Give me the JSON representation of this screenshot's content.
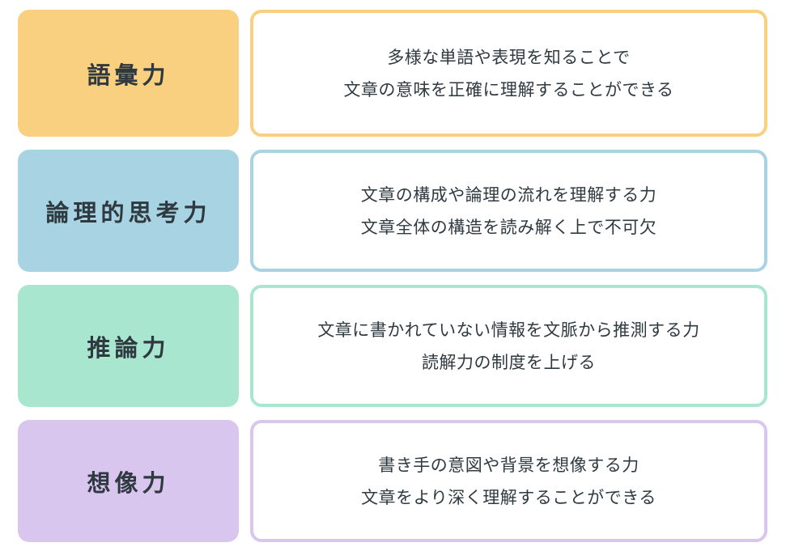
{
  "colors": {
    "vocabulary": {
      "fill": "#f8d07f",
      "border": "#f8d07f"
    },
    "logic": {
      "fill": "#a8d3e2",
      "border": "#a8d3e2"
    },
    "inference": {
      "fill": "#a9e6cf",
      "border": "#a9e6cf"
    },
    "imagination": {
      "fill": "#d8c6ef",
      "border": "#d8c6ef"
    },
    "text": "#2f3a40"
  },
  "rows": [
    {
      "label": "語彙力",
      "lines": [
        "多様な単語や表現を知ることで",
        "文章の意味を正確に理解することができる"
      ]
    },
    {
      "label": "論理的思考力",
      "lines": [
        "文章の構成や論理の流れを理解する力",
        "文章全体の構造を読み解く上で不可欠"
      ]
    },
    {
      "label": "推論力",
      "lines": [
        "文章に書かれていない情報を文脈から推測する力",
        "読解力の制度を上げる"
      ]
    },
    {
      "label": "想像力",
      "lines": [
        "書き手の意図や背景を想像する力",
        "文章をより深く理解することができる"
      ]
    }
  ]
}
